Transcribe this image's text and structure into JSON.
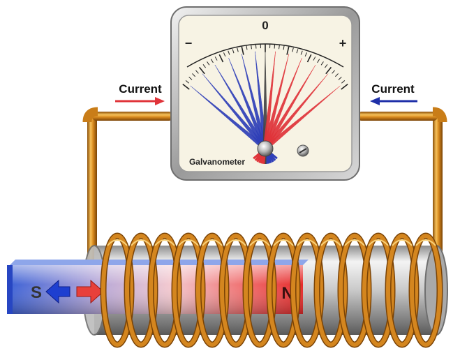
{
  "labels": {
    "current_left": "Current",
    "current_right": "Current",
    "galvanometer": "Galvanometer",
    "zero": "0",
    "minus": "−",
    "plus": "+",
    "magnet_s": "S",
    "magnet_n": "N"
  },
  "colors": {
    "wire": "#d4861f",
    "needle_negative": "#2f3fb8",
    "needle_positive": "#e0343a",
    "arrow_left": "#e0343a",
    "arrow_right": "#1e2fa8",
    "magnet_south": "#3a5fd8",
    "magnet_north": "#e23a3a"
  },
  "icons": {
    "zero_adjust_screw": "screw-icon",
    "needle_pivot": "pivot-icon"
  }
}
